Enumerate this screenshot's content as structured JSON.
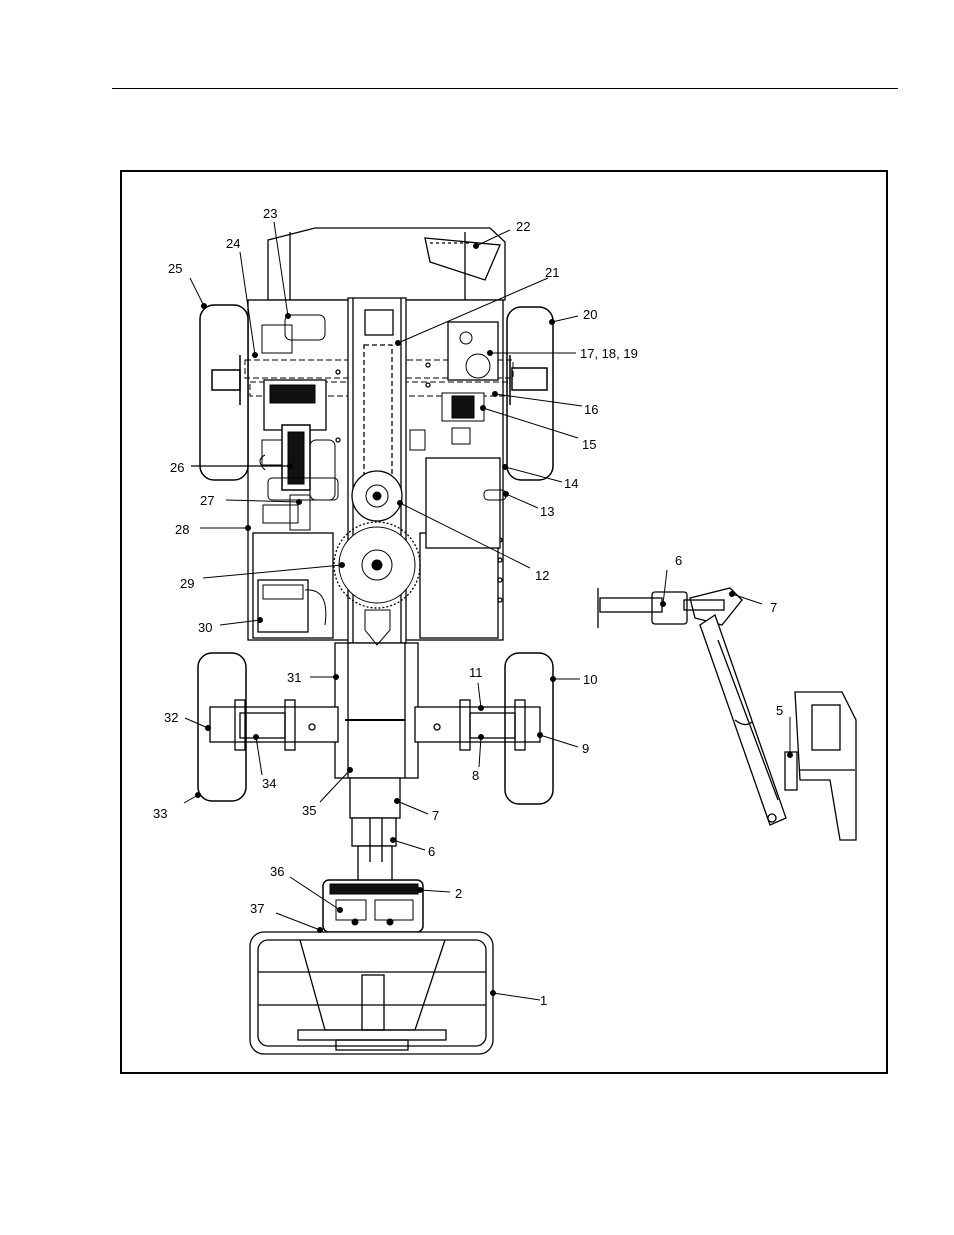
{
  "figure": {
    "callouts": [
      {
        "id": "c1",
        "text": "1"
      },
      {
        "id": "c2",
        "text": "2"
      },
      {
        "id": "c5",
        "text": "5"
      },
      {
        "id": "c6a",
        "text": "6"
      },
      {
        "id": "c6b",
        "text": "6"
      },
      {
        "id": "c7a",
        "text": "7"
      },
      {
        "id": "c7b",
        "text": "7"
      },
      {
        "id": "c8",
        "text": "8"
      },
      {
        "id": "c9",
        "text": "9"
      },
      {
        "id": "c10",
        "text": "10"
      },
      {
        "id": "c11",
        "text": "11"
      },
      {
        "id": "c12",
        "text": "12"
      },
      {
        "id": "c13",
        "text": "13"
      },
      {
        "id": "c14",
        "text": "14"
      },
      {
        "id": "c15",
        "text": "15"
      },
      {
        "id": "c16",
        "text": "16"
      },
      {
        "id": "c17",
        "text": "17, 18, 19"
      },
      {
        "id": "c20",
        "text": "20"
      },
      {
        "id": "c21",
        "text": "21"
      },
      {
        "id": "c22",
        "text": "22"
      },
      {
        "id": "c23",
        "text": "23"
      },
      {
        "id": "c24",
        "text": "24"
      },
      {
        "id": "c25",
        "text": "25"
      },
      {
        "id": "c26",
        "text": "26"
      },
      {
        "id": "c27",
        "text": "27"
      },
      {
        "id": "c28",
        "text": "28"
      },
      {
        "id": "c29",
        "text": "29"
      },
      {
        "id": "c30",
        "text": "30"
      },
      {
        "id": "c31",
        "text": "31"
      },
      {
        "id": "c32",
        "text": "32"
      },
      {
        "id": "c33",
        "text": "33"
      },
      {
        "id": "c34",
        "text": "34"
      },
      {
        "id": "c35",
        "text": "35"
      },
      {
        "id": "c36",
        "text": "36"
      },
      {
        "id": "c37",
        "text": "37"
      }
    ]
  }
}
